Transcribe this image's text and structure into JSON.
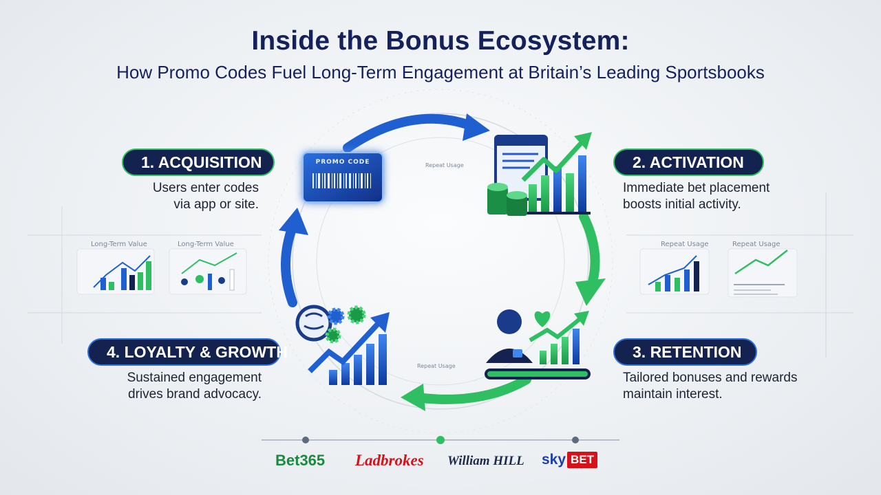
{
  "header": {
    "title": "Inside the Bonus Ecosystem:",
    "subtitle": "How Promo Codes Fuel Long-Term Engagement at Britain’s Leading Sportsbooks"
  },
  "stages": [
    {
      "label": "1. ACQUISITION",
      "description": "Users enter codes via app or site."
    },
    {
      "label": "2. ACTIVATION",
      "description": "Immediate bet placement boosts initial activity."
    },
    {
      "label": "3. RETENTION",
      "description": "Tailored bonuses and rewards maintain interest."
    },
    {
      "label": "4. LOYALTY & GROWTH",
      "description": "Sustained engagement drives brand advocacy."
    }
  ],
  "promo_card": {
    "label": "PROMO CODE"
  },
  "mini_labels": {
    "left_a": "Long-Term Value",
    "left_b": "Long-Term Value",
    "right_a": "Repeat Usage",
    "right_b": "Repeat Usage",
    "top_arc": "Repeat Usage",
    "bottom_arc": "Repeat Usage"
  },
  "brands": {
    "bet365": "Bet365",
    "ladbrokes": "Ladbrokes",
    "williamhill": "William HILL",
    "skybet_a": "sky",
    "skybet_b": "BET"
  },
  "colors": {
    "navy": "#13224f",
    "green": "#2fbf62",
    "blue": "#1f5fd0"
  }
}
